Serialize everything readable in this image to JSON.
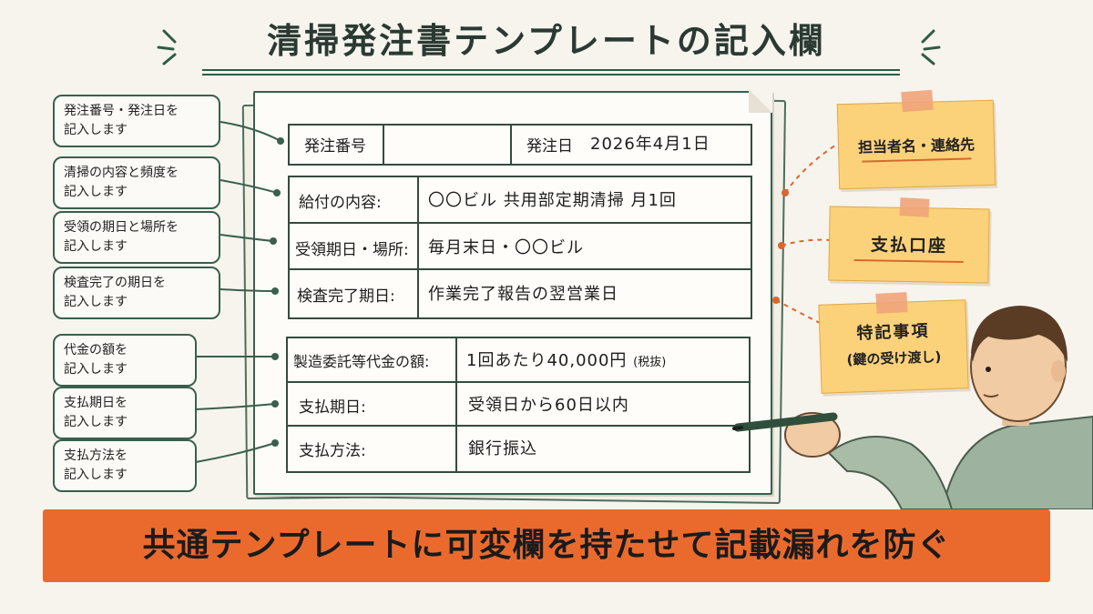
{
  "title": "清掃発注書テンプレートの記入欄",
  "callouts": [
    {
      "line1": "発注番号・発注日を",
      "line2": "記入します"
    },
    {
      "line1": "清掃の内容と頻度を",
      "line2": "記入します"
    },
    {
      "line1": "受領の期日と場所を",
      "line2": "記入します"
    },
    {
      "line1": "検査完了の期日を",
      "line2": "記入します"
    },
    {
      "line1": "代金の額を",
      "line2": "記入します"
    },
    {
      "line1": "支払期日を",
      "line2": "記入します"
    },
    {
      "line1": "支払方法を",
      "line2": "記入します"
    }
  ],
  "form": {
    "order_number_label": "発注番号",
    "order_date_label": "発注日",
    "order_date_value": "2026年4月1日",
    "rows1": [
      {
        "label": "給付の内容:",
        "value": "〇〇ビル 共用部定期清掃 月1回"
      },
      {
        "label": "受領期日・場所:",
        "value": "毎月末日・〇〇ビル"
      },
      {
        "label": "検査完了期日:",
        "value": "作業完了報告の翌営業日"
      }
    ],
    "rows2": [
      {
        "label": "製造委託等代金の額:",
        "value": "1回あたり40,000円",
        "note": "(税抜)"
      },
      {
        "label": "支払期日:",
        "value": "受領日から60日以内"
      },
      {
        "label": "支払方法:",
        "value": "銀行振込"
      }
    ]
  },
  "sticky_notes": [
    {
      "line1": "担当者名・連絡先"
    },
    {
      "line1": "支払口座"
    },
    {
      "line1": "特記事項",
      "line2": "(鍵の受け渡し)"
    }
  ],
  "banner": "共通テンプレートに可変欄を持たせて記載漏れを防ぐ",
  "colors": {
    "accent": "#ea6a2e",
    "ink": "#344b3f",
    "sticky": "#fbd27a"
  }
}
